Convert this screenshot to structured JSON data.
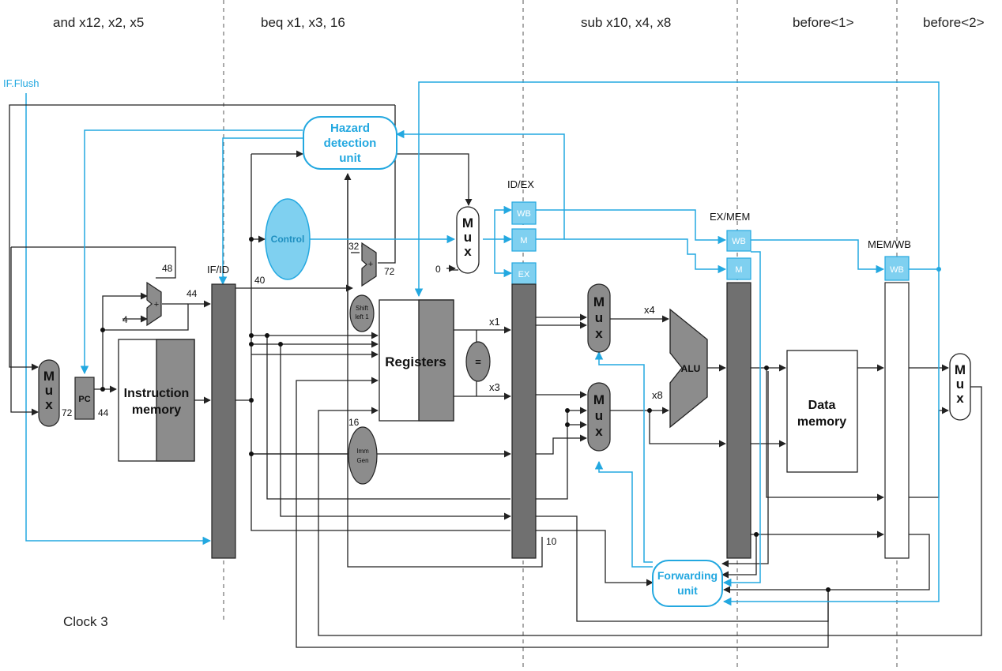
{
  "stages": [
    {
      "label": "and x12, x2, x5"
    },
    {
      "label": "beq x1, x3, 16"
    },
    {
      "label": "sub x10, x4, x8"
    },
    {
      "label": "before<1>"
    },
    {
      "label": "before<2>"
    }
  ],
  "clock_label": "Clock 3",
  "if_flush_label": "IF.Flush",
  "units": {
    "hazard_line1": "Hazard",
    "hazard_line2": "detection",
    "hazard_line3": "unit",
    "control": "Control",
    "forwarding_line1": "Forwarding",
    "forwarding_line2": "unit",
    "registers": "Registers",
    "instruction_memory_line1": "Instruction",
    "instruction_memory_line2": "memory",
    "data_memory_line1": "Data",
    "data_memory_line2": "memory",
    "alu": "ALU",
    "pc": "PC",
    "equal": "=",
    "shift_line1": "Shift",
    "shift_line2": "left 1",
    "imm_line1": "Imm",
    "imm_line2": "Gen",
    "plus": "+"
  },
  "registers_labels": {
    "if_id": "IF/ID",
    "id_ex": "ID/EX",
    "ex_mem": "EX/MEM",
    "mem_wb": "MEM/WB"
  },
  "control_fields": {
    "wb": "WB",
    "m": "M",
    "ex": "EX"
  },
  "mux_letters": [
    "M",
    "u",
    "x"
  ],
  "values": {
    "v48": "48",
    "v44_add": "44",
    "v4": "4",
    "v72_pc": "72",
    "v44_pc": "44",
    "v40": "40",
    "v32": "32",
    "v72_add": "72",
    "v0": "0",
    "v16": "16",
    "v10": "10",
    "x1": "x1",
    "x3": "x3",
    "x4": "x4",
    "x8": "x8"
  },
  "colors": {
    "accent_blue": "#23a8e0",
    "light_blue": "#7fd0f0",
    "gray": "#888888",
    "dark": "#222222"
  }
}
